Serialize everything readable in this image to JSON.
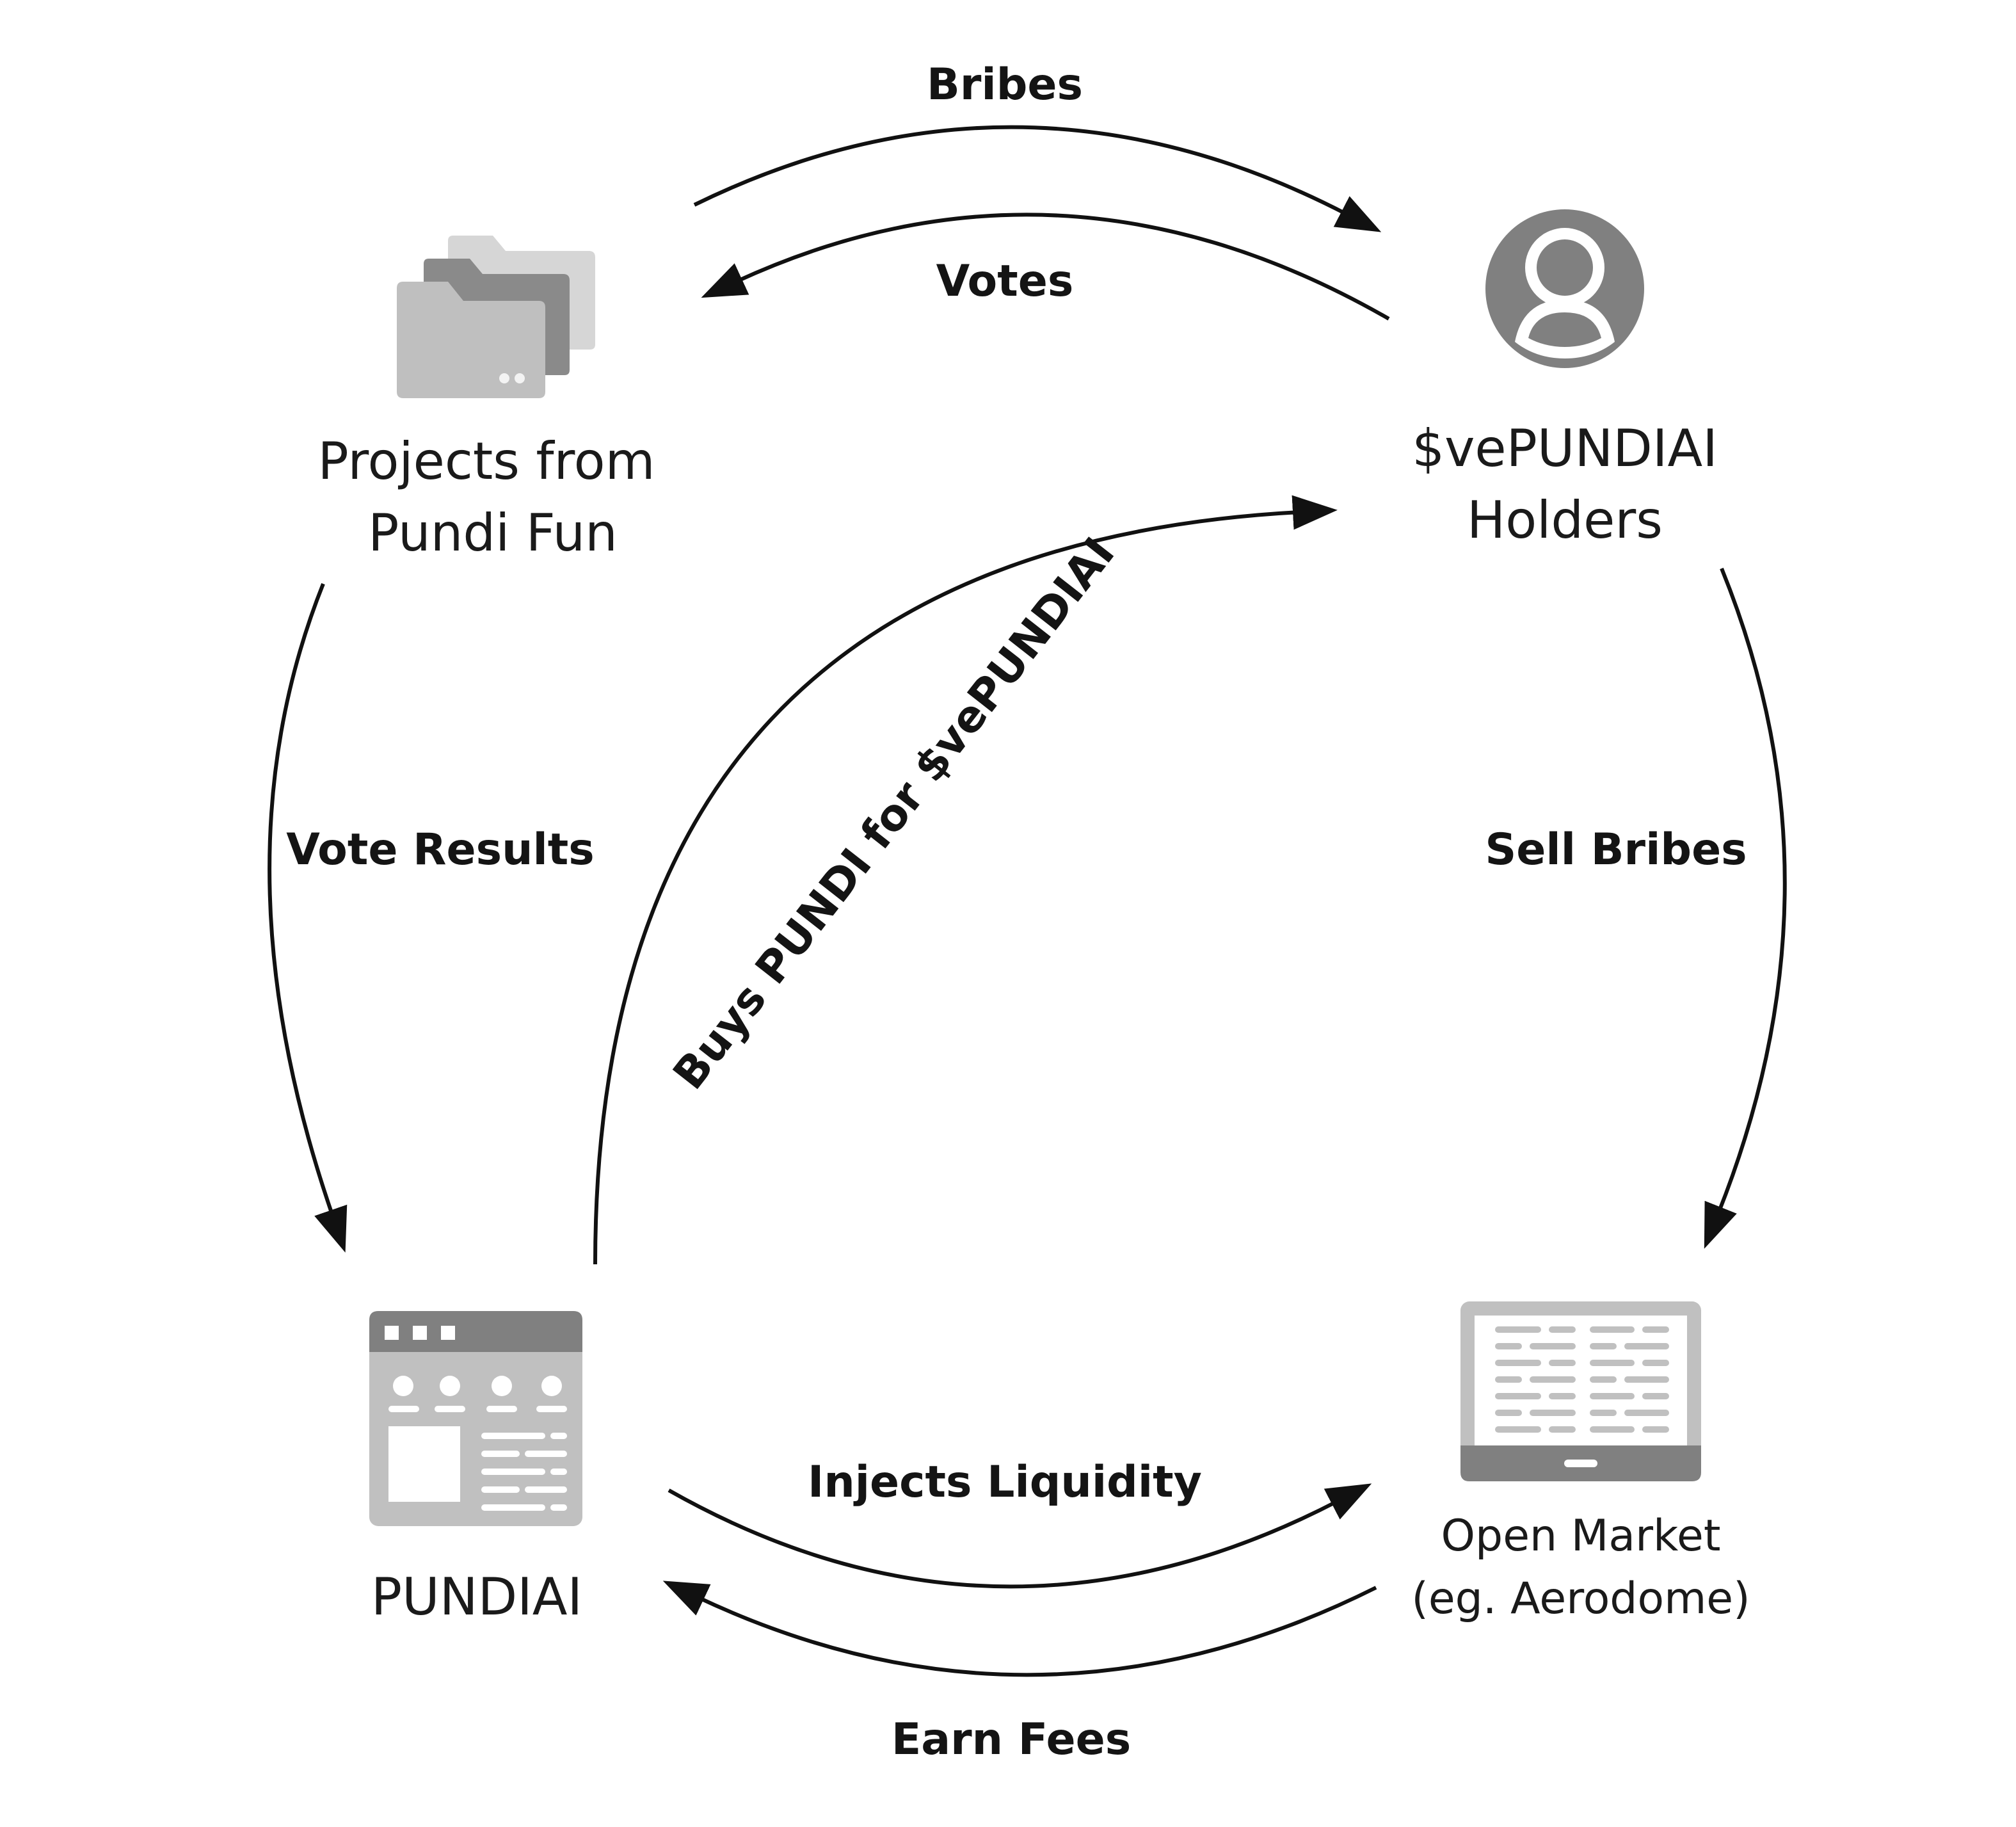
{
  "nodes": {
    "projects": {
      "line1": "Projects from",
      "line2": "Pundi Fun",
      "icon": "folders-icon"
    },
    "holders": {
      "line1": "$vePUNDIAI",
      "line2": "Holders",
      "icon": "user-icon"
    },
    "pundiai": {
      "label": "PUNDIAI",
      "icon": "dashboard-window-icon"
    },
    "market": {
      "line1": "Open Market",
      "line2": "(eg. Aerodome)",
      "icon": "laptop-icon"
    }
  },
  "edges": {
    "bribes": "Bribes",
    "votes": "Votes",
    "vote_results": "Vote Results",
    "sell_bribes": "Sell Bribes",
    "buys": "Buys PUNDI for $vePUNDIAI",
    "injects": "Injects Liquidity",
    "earn_fees": "Earn Fees"
  },
  "colors": {
    "icon_dark": "#808080",
    "icon_light": "#c0c0c0",
    "arrow": "#111111"
  }
}
